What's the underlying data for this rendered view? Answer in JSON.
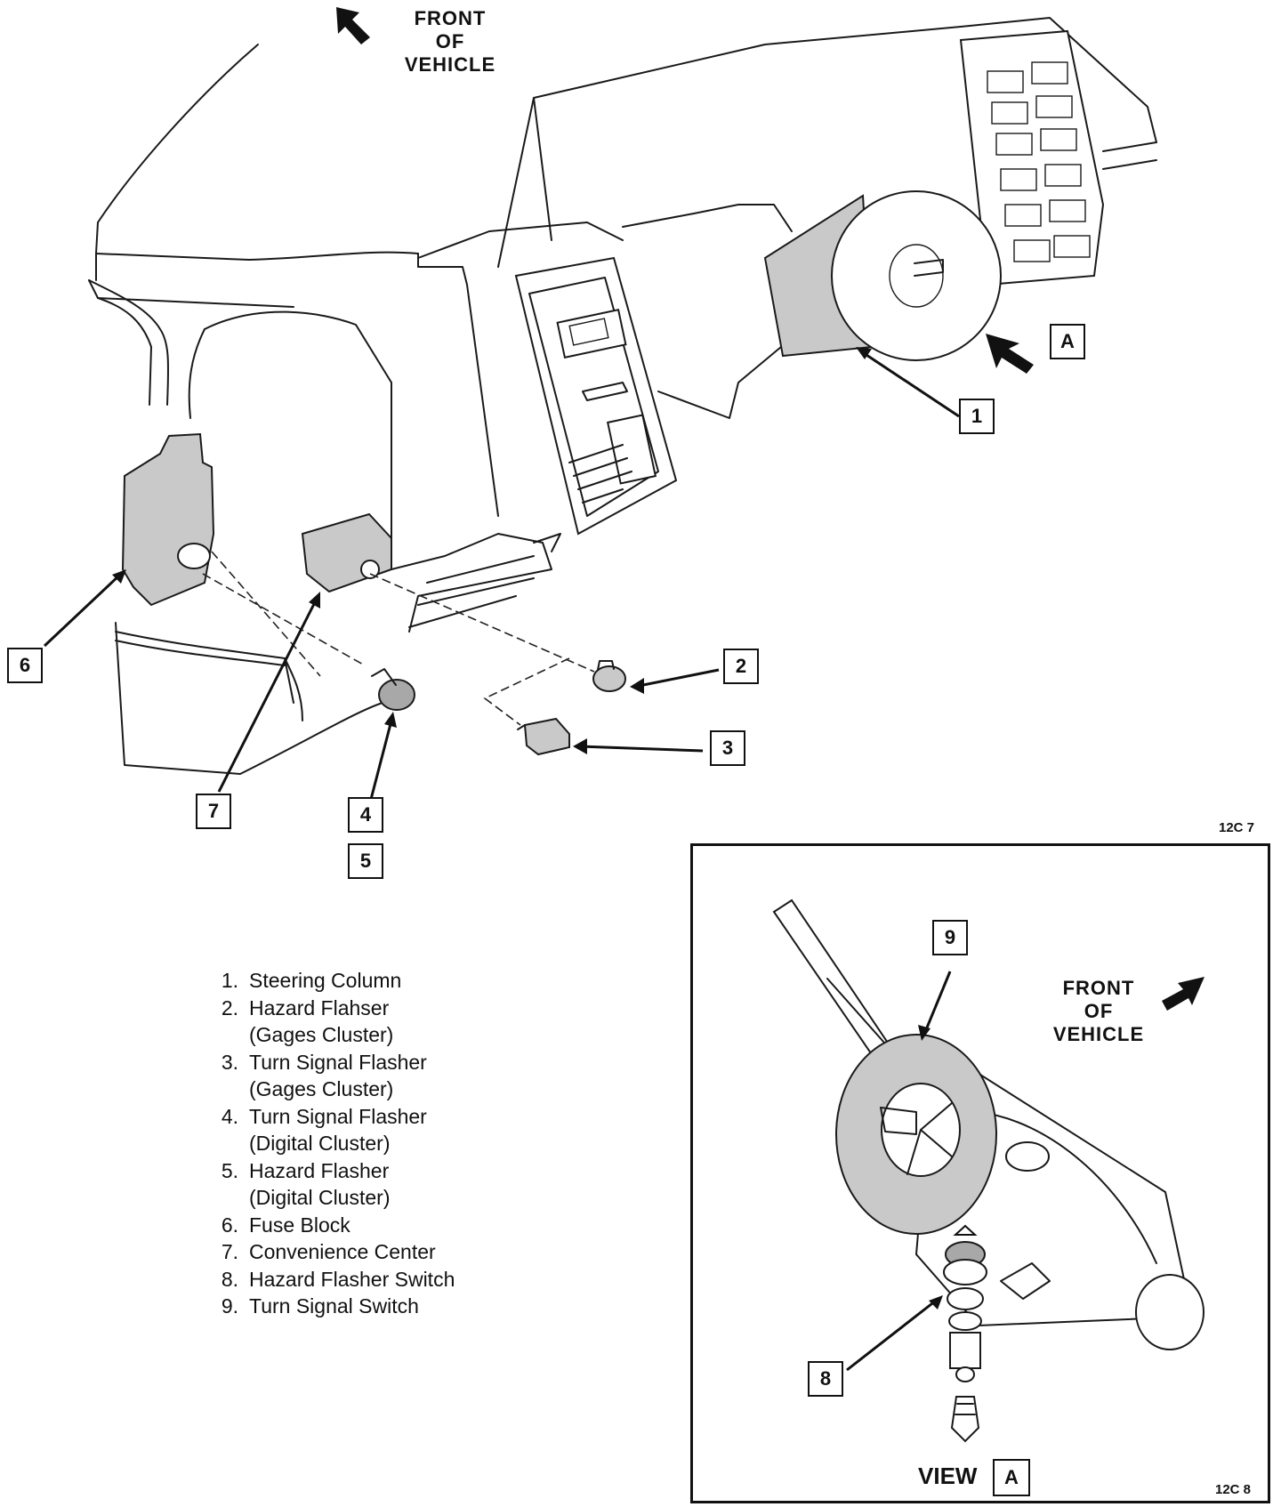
{
  "header": {
    "front_line1": "FRONT",
    "front_line2": "OF VEHICLE"
  },
  "callouts": {
    "c1": "1",
    "c2": "2",
    "c3": "3",
    "c4": "4",
    "c5": "5",
    "c6": "6",
    "c7": "7",
    "c8": "8",
    "c9": "9",
    "view_a": "A",
    "arrow_a": "A"
  },
  "figure_codes": {
    "main": "12C 7",
    "inset": "12C 8"
  },
  "inset": {
    "front_line1": "FRONT",
    "front_line2": "OF",
    "front_line3": "VEHICLE",
    "view_label": "VIEW"
  },
  "legend": [
    {
      "num": "1.",
      "text": "Steering Column",
      "sub": ""
    },
    {
      "num": "2.",
      "text": "Hazard Flahser",
      "sub": "(Gages Cluster)"
    },
    {
      "num": "3.",
      "text": "Turn Signal Flasher",
      "sub": "(Gages Cluster)"
    },
    {
      "num": "4.",
      "text": "Turn Signal Flasher",
      "sub": "(Digital Cluster)"
    },
    {
      "num": "5.",
      "text": "Hazard Flasher",
      "sub": "(Digital Cluster)"
    },
    {
      "num": "6.",
      "text": "Fuse Block",
      "sub": ""
    },
    {
      "num": "7.",
      "text": "Convenience Center",
      "sub": ""
    },
    {
      "num": "8.",
      "text": "Hazard Flasher Switch",
      "sub": ""
    },
    {
      "num": "9.",
      "text": "Turn Signal Switch",
      "sub": ""
    }
  ]
}
